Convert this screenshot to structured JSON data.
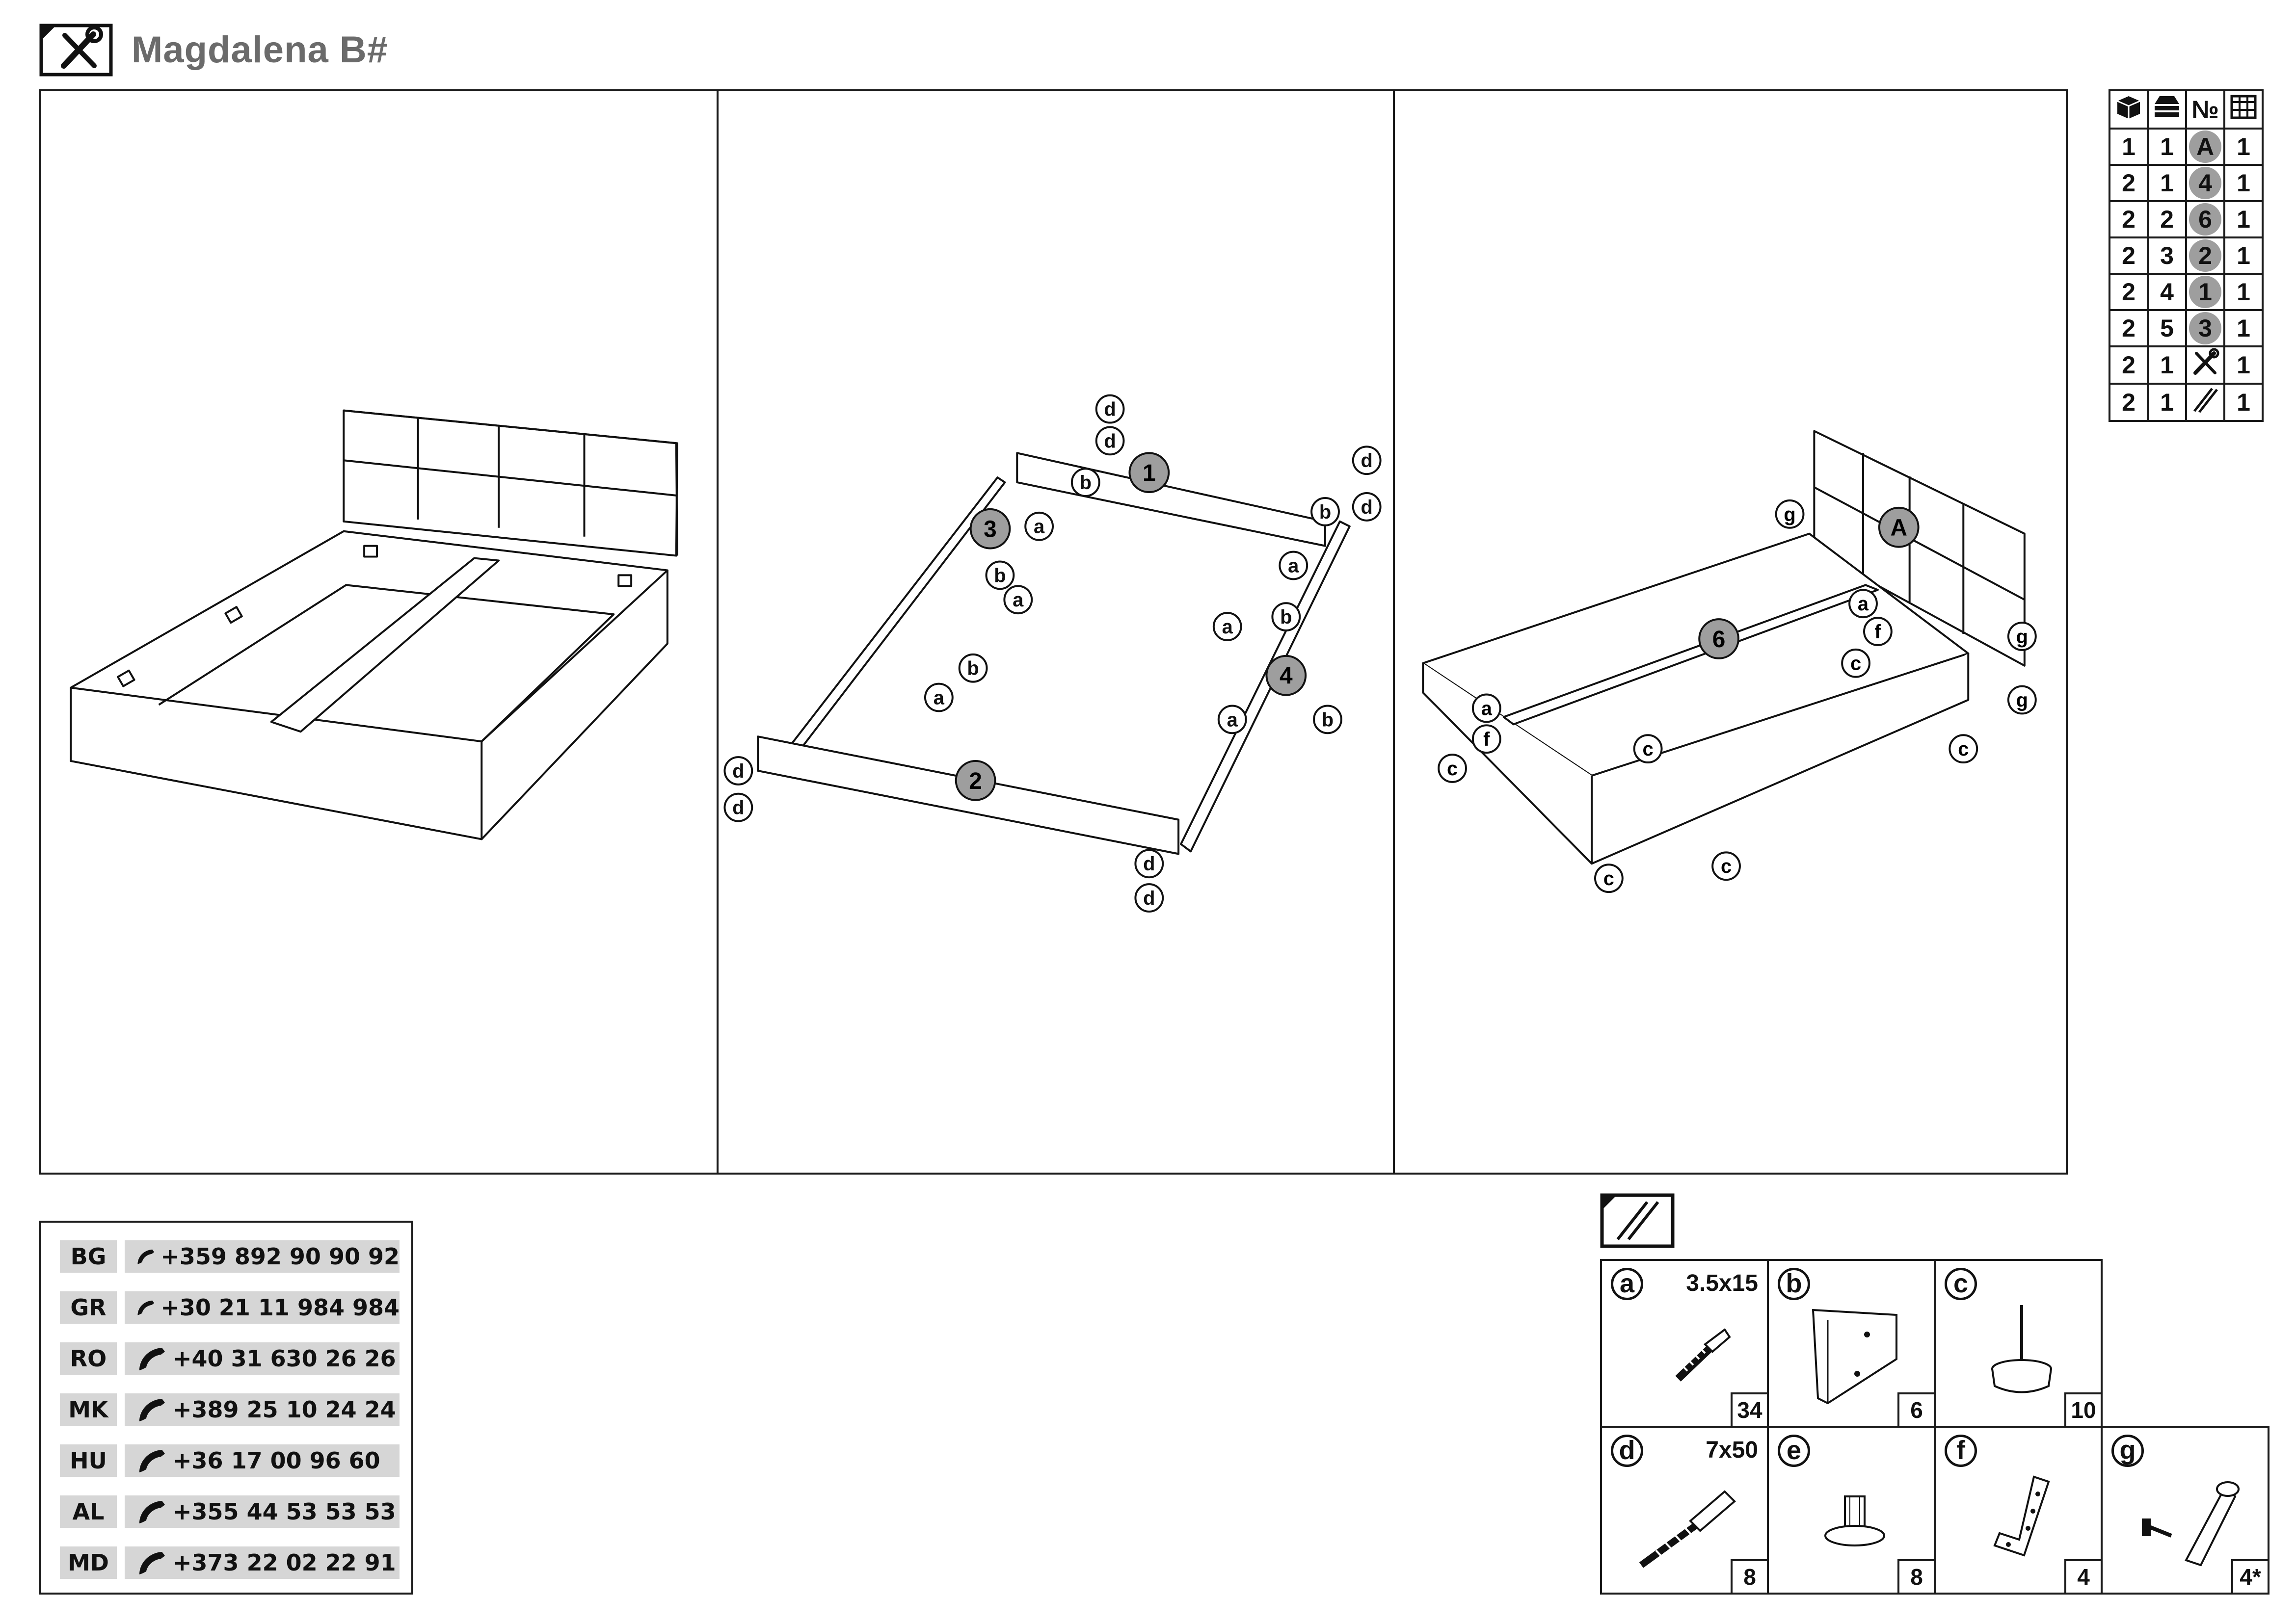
{
  "header": {
    "title": "Magdalena B#",
    "icon": "tools-icon"
  },
  "steps": [
    {
      "id": 1,
      "description": "assembled bed",
      "labels": []
    },
    {
      "id": 2,
      "description": "frame assembly",
      "part_badges": [
        "1",
        "2",
        "3",
        "4"
      ],
      "hardware_labels": [
        "a",
        "b",
        "d"
      ]
    },
    {
      "id": 3,
      "description": "headboard and slat support",
      "part_badges": [
        "A",
        "6"
      ],
      "hardware_labels": [
        "a",
        "c",
        "f",
        "g"
      ]
    }
  ],
  "parts_table": {
    "header_icons": [
      "box-icon",
      "package-stack-icon",
      "№",
      "calendar-grid-icon"
    ],
    "rows": [
      {
        "col1": "1",
        "col2": "1",
        "no": "A",
        "qty": "1"
      },
      {
        "col1": "2",
        "col2": "1",
        "no": "4",
        "qty": "1"
      },
      {
        "col1": "2",
        "col2": "2",
        "no": "6",
        "qty": "1"
      },
      {
        "col1": "2",
        "col2": "3",
        "no": "2",
        "qty": "1"
      },
      {
        "col1": "2",
        "col2": "4",
        "no": "1",
        "qty": "1"
      },
      {
        "col1": "2",
        "col2": "5",
        "no": "3",
        "qty": "1"
      },
      {
        "col1": "2",
        "col2": "1",
        "no": "tools-icon",
        "qty": "1"
      },
      {
        "col1": "2",
        "col2": "1",
        "no": "screws-icon",
        "qty": "1"
      }
    ]
  },
  "contacts": [
    {
      "country": "BG",
      "phone": "+359 892 90 90 92"
    },
    {
      "country": "GR",
      "phone": "+30 21 11 984 984"
    },
    {
      "country": "RO",
      "phone": "+40 31 630 26 26"
    },
    {
      "country": "MK",
      "phone": "+389 25 10 24 24"
    },
    {
      "country": "HU",
      "phone": "+36 17 00 96 60"
    },
    {
      "country": "AL",
      "phone": "+355 44 53 53 53"
    },
    {
      "country": "MD",
      "phone": "+373 22 02 22 91"
    }
  ],
  "hardware": [
    {
      "letter": "a",
      "size": "3.5x15",
      "qty": "34",
      "icon": "screw-icon"
    },
    {
      "letter": "b",
      "size": "",
      "qty": "6",
      "icon": "corner-bracket-icon"
    },
    {
      "letter": "c",
      "size": "",
      "qty": "10",
      "icon": "furniture-glide-icon"
    },
    {
      "letter": "d",
      "size": "7x50",
      "qty": "8",
      "icon": "confirmat-screw-icon"
    },
    {
      "letter": "e",
      "size": "",
      "qty": "8",
      "icon": "dowel-foot-icon"
    },
    {
      "letter": "f",
      "size": "",
      "qty": "4",
      "icon": "l-bracket-icon"
    },
    {
      "letter": "g",
      "size": "",
      "qty": "4*",
      "icon": "bolt-nut-icon"
    }
  ]
}
